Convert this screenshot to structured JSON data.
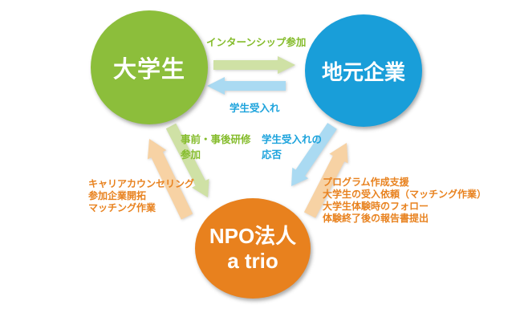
{
  "nodes": {
    "students": {
      "label": "大学生",
      "fill": "#8cbe3b",
      "text_color": "#ffffff"
    },
    "companies": {
      "label": "地元企業",
      "fill": "#199ed9",
      "text_color": "#ffffff"
    },
    "npo": {
      "lines": [
        "NPO法人",
        "a trio"
      ],
      "fill": "#e8811e",
      "text_color": "#ffffff"
    }
  },
  "edges": {
    "internship": {
      "from": "students",
      "to": "companies",
      "label": "インターンシップ参加",
      "arrow_color": "#cfe1a5",
      "text_color": "#85bc2c"
    },
    "student_accept": {
      "from": "companies",
      "to": "students",
      "label": "学生受入れ",
      "arrow_color": "#aadaf2",
      "text_color": "#1ca3dc"
    },
    "training": {
      "from": "students",
      "to": "npo",
      "lines": [
        "事前・事後研修",
        "参加"
      ],
      "arrow_color": "#cfe1a5",
      "text_color": "#85bc2c"
    },
    "acceptance_response": {
      "from": "companies",
      "to": "npo",
      "lines": [
        "学生受入れの",
        "応否"
      ],
      "arrow_color": "#aadaf2",
      "text_color": "#1ca3dc"
    },
    "npo_to_students": {
      "from": "npo",
      "to": "students",
      "lines": [
        "キャリアカウンセリング",
        "参加企業開拓",
        "マッチング作業"
      ],
      "arrow_color": "#f7d2a4",
      "text_color": "#e8821f"
    },
    "npo_to_companies": {
      "from": "npo",
      "to": "companies",
      "lines": [
        "プログラム作成支援",
        "大学生の受入依頼（マッチング作業）",
        "大学生体験時のフォロー",
        "体験終了後の報告書提出"
      ],
      "arrow_color": "#f7d2a4",
      "text_color": "#e8821f"
    }
  }
}
